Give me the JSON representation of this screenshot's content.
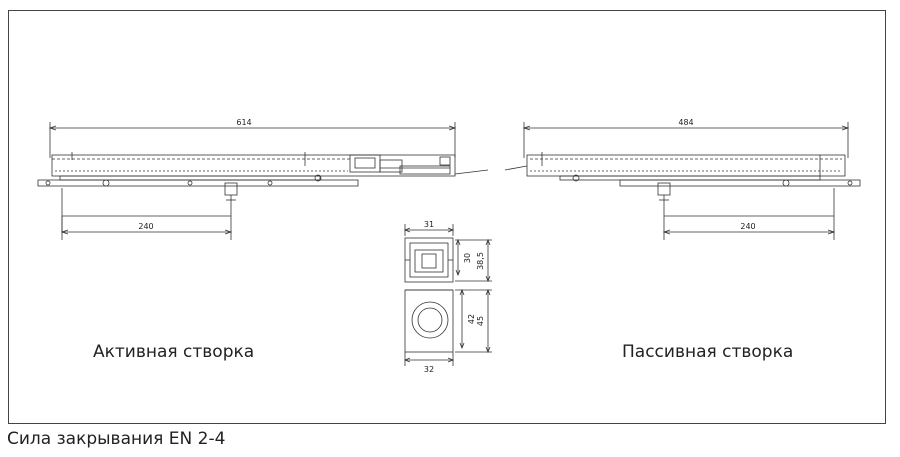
{
  "labels": {
    "active_leaf": "Активная створка",
    "passive_leaf": "Пассивная створка",
    "footer": "Сила закрывания EN 2-4"
  },
  "dimensions": {
    "active_length": "614",
    "active_arm": "240",
    "passive_length": "484",
    "passive_arm": "240",
    "section_width_top": "31",
    "section_height_inner": "30",
    "section_height_outer": "38,5",
    "section_height_lower_inner": "42",
    "section_height_lower_outer": "45",
    "section_width_bottom": "32"
  },
  "colors": {
    "line": "#333333",
    "frame": "#444444"
  }
}
